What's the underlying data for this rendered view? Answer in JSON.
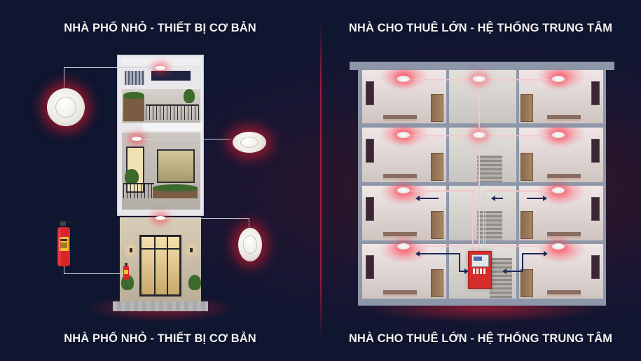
{
  "titles": {
    "left_top": "NHÀ PHỐ NHỎ - THIẾT BỊ CƠ BẢN",
    "right_top": "NHÀ CHO THUÊ LỚN - HỆ THỐNG TRUNG TÂM",
    "left_bottom": "NHÀ PHỐ NHỎ - THIẾT BỊ CƠ BẢN",
    "right_bottom": "NHÀ CHO THUÊ LỚN - HỆ THỐNG TRUNG TÂM"
  },
  "left_scene": {
    "subject": "small-townhouse",
    "devices": [
      {
        "type": "smoke-detector",
        "position": "top-left",
        "floor": "roof"
      },
      {
        "type": "heat-detector",
        "position": "right",
        "floor": "2"
      },
      {
        "type": "smoke-detector",
        "position": "bottom-right",
        "floor": "ground"
      },
      {
        "type": "fire-extinguisher",
        "position": "bottom-left",
        "floor": "ground"
      }
    ]
  },
  "right_scene": {
    "subject": "large-rental-building",
    "floors": 4,
    "rooms_per_floor": 3,
    "central_unit": "fire-alarm-control-panel",
    "detector_count": 11
  },
  "colors": {
    "background": "#0e1630",
    "accent_glow": "#dc1e32",
    "divider": "#a8193a",
    "title_text": "#f2f2f4",
    "panel_red": "#d62c2c",
    "arrow_navy": "#1c2a5a"
  }
}
